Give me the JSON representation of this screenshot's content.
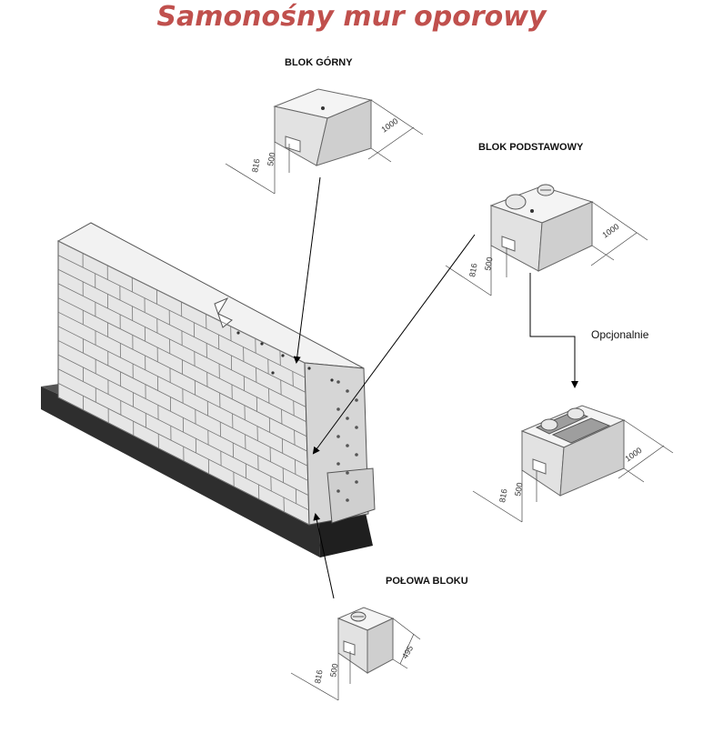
{
  "title": "Samonośny mur oporowy",
  "blocks": {
    "top": {
      "label": "BLOK GÓRNY",
      "dim_length": "1000",
      "dim_width": "816",
      "dim_height": "500"
    },
    "base": {
      "label": "BLOK PODSTAWOWY",
      "dim_length": "1000",
      "dim_width": "816",
      "dim_height": "500"
    },
    "optional": {
      "label": "Opcjonalnie",
      "dim_length": "1000",
      "dim_width": "816",
      "dim_height": "500"
    },
    "half": {
      "label": "POŁOWA BLOKU",
      "dim_length": "495",
      "dim_width": "816",
      "dim_height": "500"
    }
  },
  "colors": {
    "title": "#c0504d",
    "block_light": "#eeeeee",
    "block_mid": "#d9d9d9",
    "block_dark": "#bdbdbd",
    "footing": "#3a3a3a"
  }
}
